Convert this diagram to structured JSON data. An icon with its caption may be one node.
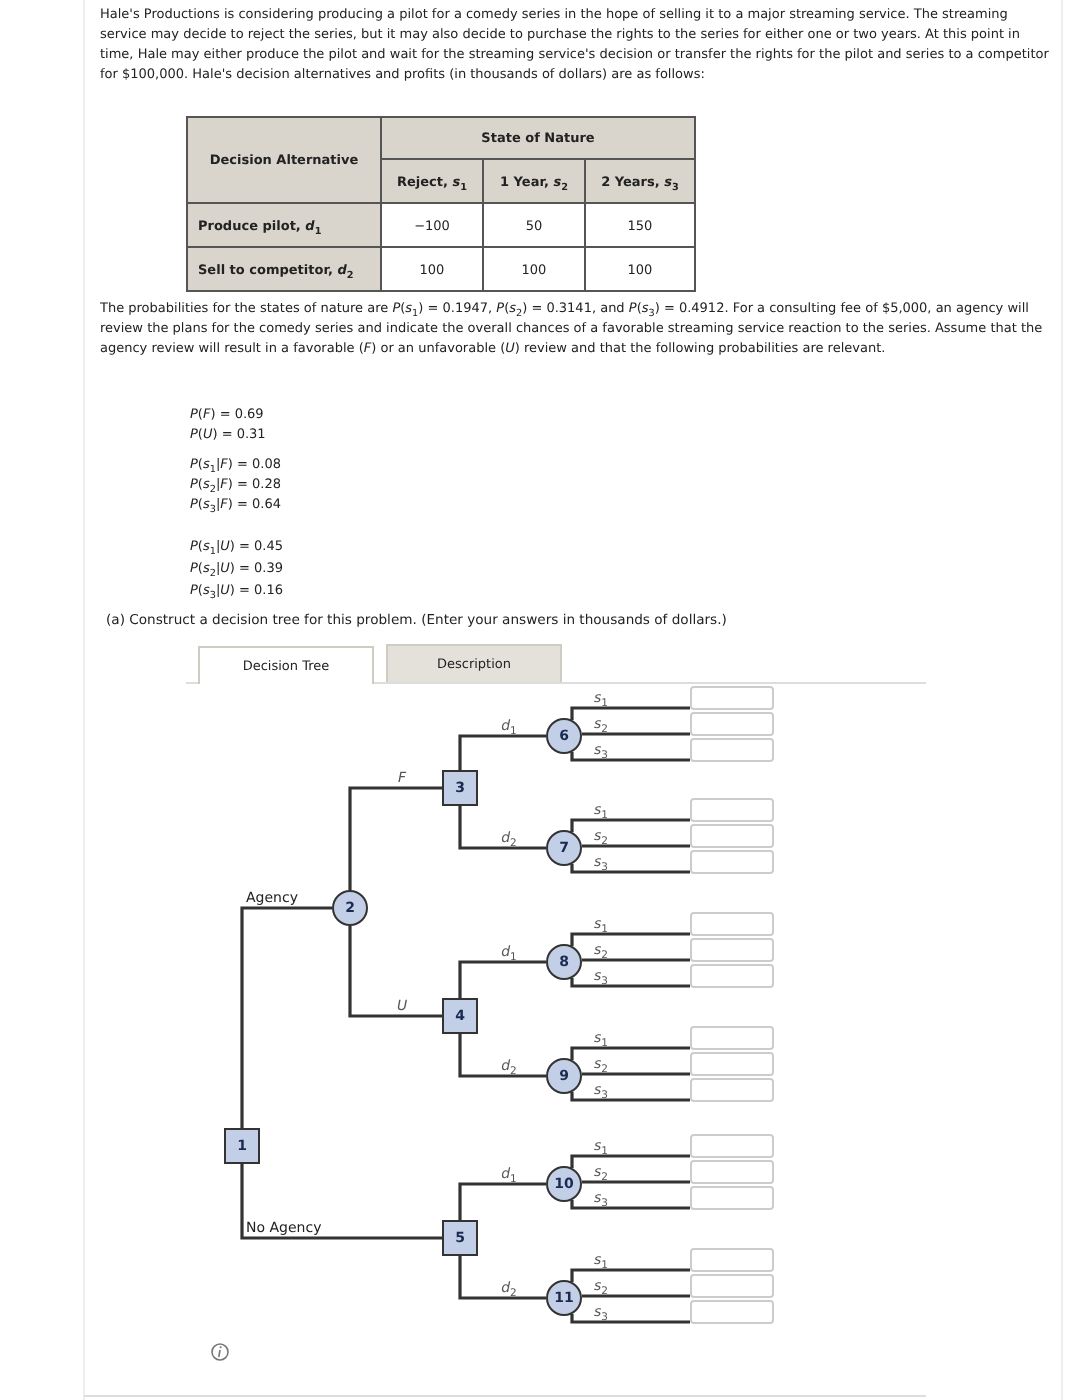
{
  "diagram": {
    "nodes": [
      {
        "text": [
          "1"
        ]
      },
      {
        "text": [
          "2"
        ]
      },
      {
        "text": [
          "3"
        ]
      },
      {
        "text": [
          "4"
        ]
      },
      {
        "text": [
          "5"
        ]
      },
      {
        "text": [
          "6"
        ]
      },
      {
        "text": [
          "7"
        ]
      },
      {
        "text": [
          "8"
        ]
      },
      {
        "text": [
          "9"
        ]
      },
      {
        "text": [
          "10"
        ]
      },
      {
        "text": [
          "11"
        ]
      },
      {
        "text": [],
        "shape": "box"
      },
      {
        "text": [],
        "shape": "box"
      },
      {
        "text": [],
        "shape": "box"
      },
      {
        "text": [],
        "shape": "box"
      },
      {
        "text": [],
        "shape": "box"
      },
      {
        "text": [],
        "shape": "box"
      },
      {
        "text": [],
        "shape": "box"
      },
      {
        "text": [],
        "shape": "box"
      },
      {
        "text": [],
        "shape": "box"
      },
      {
        "text": [],
        "shape": "box"
      },
      {
        "text": [],
        "shape": "box"
      },
      {
        "text": [],
        "shape": "box"
      },
      {
        "text": [],
        "shape": "box"
      },
      {
        "text": [],
        "shape": "box"
      },
      {
        "text": [],
        "shape": "box"
      },
      {
        "text": [],
        "shape": "box"
      },
      {
        "text": [],
        "shape": "box"
      },
      {
        "text": [],
        "shape": "box"
      }
    ],
    "edges": [
      {
        "from": 0,
        "to": 1,
        "arrow": "none",
        "label": "Agency"
      },
      {
        "from": 0,
        "to": 4,
        "arrow": "none",
        "label": "No Agency"
      },
      {
        "from": 1,
        "to": 2,
        "arrow": "none",
        "label": "*F*"
      },
      {
        "from": 1,
        "to": 3,
        "arrow": "none",
        "label": "*U*"
      },
      {
        "from": 2,
        "to": 5,
        "arrow": "none",
        "label": "*d*$_{1}$"
      },
      {
        "from": 2,
        "to": 6,
        "arrow": "none",
        "label": "*d*$_{2}$"
      },
      {
        "from": 3,
        "to": 7,
        "arrow": "none",
        "label": "*d*$_{1}$"
      },
      {
        "from": 3,
        "to": 8,
        "arrow": "none",
        "label": "*d*$_{2}$"
      },
      {
        "from": 4,
        "to": 9,
        "arrow": "none",
        "label": "*d*$_{1}$"
      },
      {
        "from": 4,
        "to": 10,
        "arrow": "none",
        "label": "*d*$_{2}$"
      },
      {
        "from": 5,
        "to": 11,
        "arrow": "none",
        "label": "*s*$_{1}$"
      },
      {
        "from": 5,
        "to": 12,
        "arrow": "none",
        "label": "*s*$_{2}$"
      },
      {
        "from": 5,
        "to": 13,
        "arrow": "none",
        "label": "*s*$_{3}$"
      },
      {
        "from": 6,
        "to": 14,
        "arrow": "none",
        "label": "*s*$_{1}$"
      },
      {
        "from": 6,
        "to": 15,
        "arrow": "none",
        "label": "*s*$_{2}$"
      },
      {
        "from": 6,
        "to": 16,
        "arrow": "none",
        "label": "*s*$_{3}$"
      },
      {
        "from": 7,
        "to": 17,
        "arrow": "none",
        "label": "*s*$_{1}$"
      },
      {
        "from": 7,
        "to": 18,
        "arrow": "none",
        "label": "*s*$_{2}$"
      },
      {
        "from": 7,
        "to": 19,
        "arrow": "none",
        "label": "*s*$_{3}$"
      },
      {
        "from": 8,
        "to": 20,
        "arrow": "none",
        "label": "*s*$_{1}$"
      },
      {
        "from": 8,
        "to": 21,
        "arrow": "none",
        "label": "*s*$_{2}$"
      },
      {
        "from": 8,
        "to": 22,
        "arrow": "none",
        "label": "*s*$_{3}$"
      },
      {
        "from": 9,
        "to": 23,
        "arrow": "none",
        "label": "*s*$_{1}$"
      },
      {
        "from": 9,
        "to": 24,
        "arrow": "none",
        "label": "*s*$_{2}$"
      },
      {
        "from": 9,
        "to": 25,
        "arrow": "none",
        "label": "*s*$_{3}$"
      },
      {
        "from": 10,
        "to": 26,
        "arrow": "none",
        "label": "*s*$_{1}$"
      },
      {
        "from": 10,
        "to": 27,
        "arrow": "none",
        "label": "*s*$_{2}$"
      },
      {
        "from": 10,
        "to": 28,
        "arrow": "none",
        "label": "*s*$_{3}$"
      }
    ],
    "labels": [
      "Hale's Productions is considering producing a pilot for a comedy series in the hope of selling it to a major streaming service. The streaming service may decide to reject the series, but it may also decide to purchase the rights to the series for either one or two years. At this point in time, Hale may either produce the pilot and wait for the streaming service's decision or transfer the rights for the pilot and series to a competitor for $100,000. Hale's decision alternatives and profits (in thousands of dollars) are as follows:",
      "Decision Alternative",
      "State of Nature",
      "Reject, *s*$_{1}$",
      "1 Year, *s*$_{2}$",
      "2 Years, *s*$_{3}$",
      "Produce pilot, *d*$_{1}$",
      "−100",
      "50",
      "150",
      "Sell to competitor, *d*$_{2}$",
      "100",
      "100",
      "100",
      "The probabilities for the states of nature are *P*(*s*$_{1}$) = 0.1947, *P*(*s*$_{2}$) = 0.3141, and *P*(*s*$_{3}$) = 0.4912. For a consulting fee of $5,000, an agency will review the plans for the comedy series and indicate the overall chances of a favorable streaming service reaction to the series. Assume that the agency review will result in a favorable (*F*) or an unfavorable (*U*) review and that the following probabilities are relevant.",
      "*P*(*F*) = 0.69",
      "*P*(*U*) = 0.31",
      "*P*(*s*$_{1}$|*F*) = 0.08",
      "*P*(*s*$_{2}$|*F*) = 0.28",
      "*P*(*s*$_{3}$|*F*) = 0.64",
      "*P*(*s*$_{1}$|*U*) = 0.45",
      "*P*(*s*$_{2}$|*U*) = 0.39",
      "*P*(*s*$_{3}$|*U*) = 0.16",
      "(a) Construct a decision tree for this problem. (Enter your answers in thousands of dollars.)",
      "Decision Tree",
      "Description"
    ]
  }
}
